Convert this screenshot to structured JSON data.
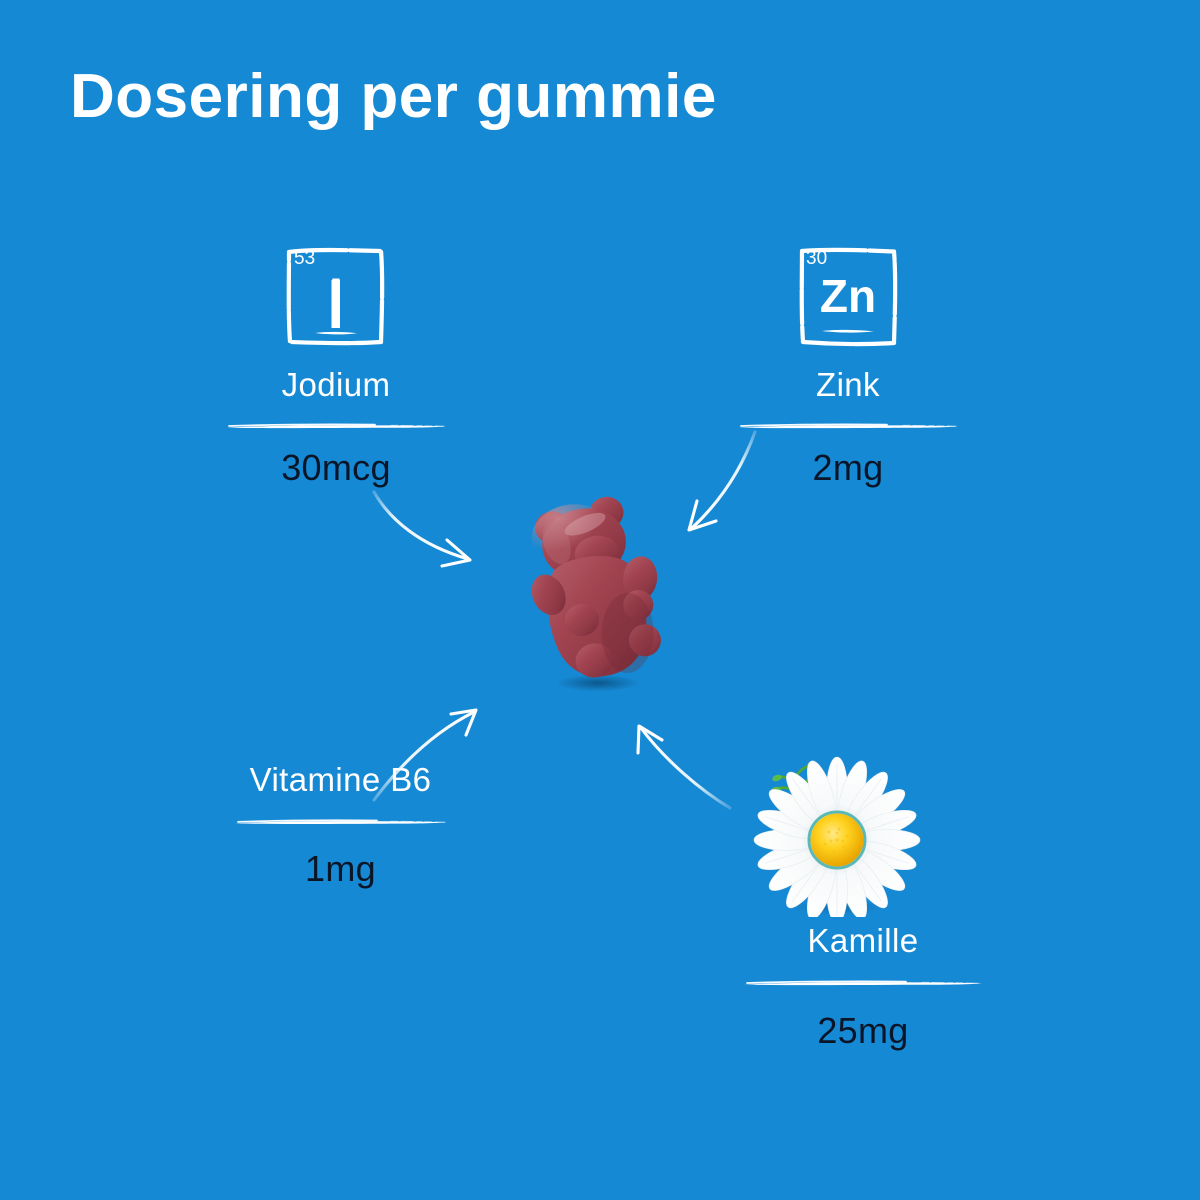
{
  "page": {
    "title": "Dosering per gummie",
    "background_color": "#1689d4",
    "name_color": "#ffffff",
    "dose_color": "#0a1628"
  },
  "nutrients": [
    {
      "id": "jodium",
      "name": "Jodium",
      "dose": "30mcg",
      "icon": "periodic-element-tile",
      "element_number": "53",
      "element_symbol": "I",
      "arrow": "curved-arrow-down-right"
    },
    {
      "id": "zink",
      "name": "Zink",
      "dose": "2mg",
      "icon": "periodic-element-tile",
      "element_number": "30",
      "element_symbol": "Zn",
      "arrow": "curved-arrow-down-left"
    },
    {
      "id": "vitamineb6",
      "name": "Vitamine B6",
      "dose": "1mg",
      "icon": "none",
      "element_number": "",
      "element_symbol": "",
      "arrow": "curved-arrow-up-right"
    },
    {
      "id": "kamille",
      "name": "Kamille",
      "dose": "25mg",
      "icon": "chamomile-flower",
      "element_number": "",
      "element_symbol": "",
      "arrow": "curved-arrow-up-left"
    }
  ],
  "center": {
    "product": "gummy-bear",
    "color": "#a24451"
  }
}
